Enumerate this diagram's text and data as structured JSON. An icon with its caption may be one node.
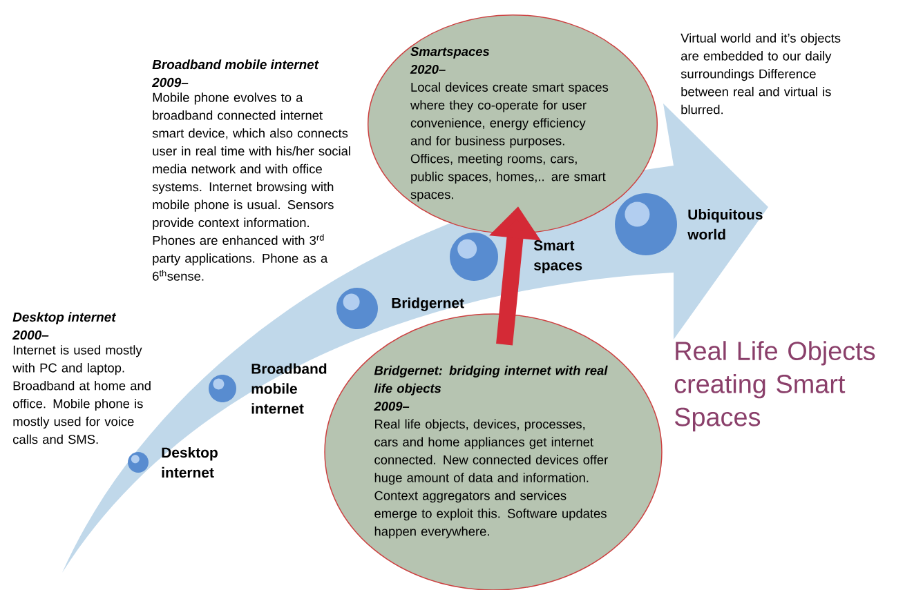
{
  "diagram": {
    "nodes": [
      {
        "text": [
          "Desktop internet"
        ]
      },
      {
        "text": [
          "Broadband mobile internet"
        ]
      },
      {
        "text": [
          "Bridgernet"
        ]
      },
      {
        "text": [
          "Smart spaces"
        ]
      },
      {
        "text": [
          "Ubiquitous world"
        ]
      },
      {
        "text": [
          "Smartspaces",
          "2020–",
          "Local devices create smart spaces where they co-operate for user convenience, energy efficiency and for business purposes. Offices, meeting rooms, cars, public spaces, homes,.. are smart spaces."
        ]
      },
      {
        "text": [
          "Bridgernet: bridging internet with real life objects",
          "2009–",
          "Real life objects, devices, processes, cars and home appliances get internet connected. New connected devices offer huge amount of data and information. Context aggregators and services emerge to exploit this. Software updates happen everywhere."
        ]
      }
    ],
    "edges": [
      {
        "from": 6,
        "to": 5,
        "arrow": "to"
      }
    ],
    "labels": [
      "Desktop internet",
      "2000–",
      "Internet is used mostly with PC and laptop. Broadband at home and office. Mobile phone is mostly used for voice calls and SMS.",
      "Broadband mobile internet",
      "2009–",
      "Mobile phone evolves to a broadband connected internet smart device, which also connects user in real time with his/her social media network and with office systems. Internet browsing with mobile phone is usual. Sensors provide context information. Phones are enhanced with 3$^{rd}$ party applications. Phone as a 6$^{th}$sense.",
      "Virtual world and it’s objects are embedded to our daily surroundings Difference between real and virtual is blurred.",
      "Real Life Objects creating Smart Spaces"
    ]
  }
}
